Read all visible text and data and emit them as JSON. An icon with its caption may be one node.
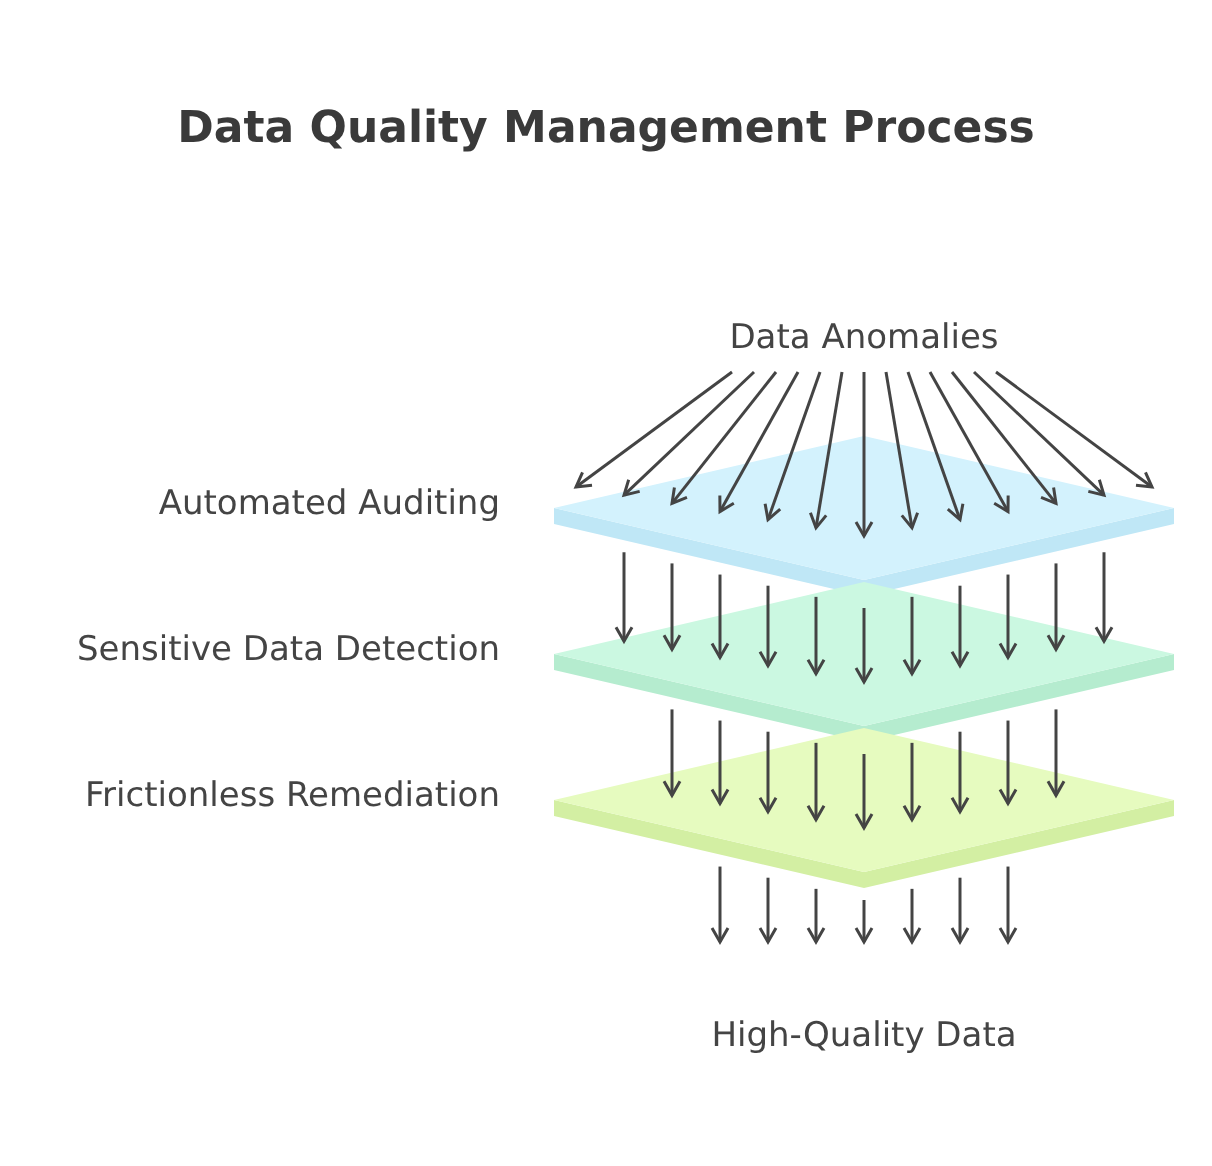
{
  "diagram": {
    "title": "Data Quality Management Process",
    "nodes": [
      {
        "text": [
          "Data Anomalies"
        ]
      },
      {
        "text": [
          "Automated Auditing"
        ]
      },
      {
        "text": [
          "Sensitive Data Detection"
        ]
      },
      {
        "text": [
          "Frictionless Remediation"
        ]
      },
      {
        "text": [
          "High-Quality Data"
        ]
      }
    ],
    "edges": [
      {
        "from": 0,
        "to": 1,
        "arrow": "to"
      },
      {
        "from": 0,
        "to": 1,
        "arrow": "to"
      },
      {
        "from": 0,
        "to": 1,
        "arrow": "to"
      },
      {
        "from": 0,
        "to": 1,
        "arrow": "to"
      },
      {
        "from": 0,
        "to": 1,
        "arrow": "to"
      },
      {
        "from": 0,
        "to": 1,
        "arrow": "to"
      },
      {
        "from": 0,
        "to": 1,
        "arrow": "to"
      },
      {
        "from": 0,
        "to": 1,
        "arrow": "to"
      },
      {
        "from": 0,
        "to": 1,
        "arrow": "to"
      },
      {
        "from": 0,
        "to": 1,
        "arrow": "to"
      },
      {
        "from": 0,
        "to": 1,
        "arrow": "to"
      },
      {
        "from": 0,
        "to": 1,
        "arrow": "to"
      },
      {
        "from": 0,
        "to": 1,
        "arrow": "to"
      },
      {
        "from": 1,
        "to": 2,
        "arrow": "to"
      },
      {
        "from": 1,
        "to": 2,
        "arrow": "to"
      },
      {
        "from": 1,
        "to": 2,
        "arrow": "to"
      },
      {
        "from": 1,
        "to": 2,
        "arrow": "to"
      },
      {
        "from": 1,
        "to": 2,
        "arrow": "to"
      },
      {
        "from": 1,
        "to": 2,
        "arrow": "to"
      },
      {
        "from": 1,
        "to": 2,
        "arrow": "to"
      },
      {
        "from": 1,
        "to": 2,
        "arrow": "to"
      },
      {
        "from": 1,
        "to": 2,
        "arrow": "to"
      },
      {
        "from": 1,
        "to": 2,
        "arrow": "to"
      },
      {
        "from": 1,
        "to": 2,
        "arrow": "to"
      },
      {
        "from": 2,
        "to": 3,
        "arrow": "to"
      },
      {
        "from": 2,
        "to": 3,
        "arrow": "to"
      },
      {
        "from": 2,
        "to": 3,
        "arrow": "to"
      },
      {
        "from": 2,
        "to": 3,
        "arrow": "to"
      },
      {
        "from": 2,
        "to": 3,
        "arrow": "to"
      },
      {
        "from": 2,
        "to": 3,
        "arrow": "to"
      },
      {
        "from": 2,
        "to": 3,
        "arrow": "to"
      },
      {
        "from": 2,
        "to": 3,
        "arrow": "to"
      },
      {
        "from": 2,
        "to": 3,
        "arrow": "to"
      },
      {
        "from": 3,
        "to": 4,
        "arrow": "to"
      },
      {
        "from": 3,
        "to": 4,
        "arrow": "to"
      },
      {
        "from": 3,
        "to": 4,
        "arrow": "to"
      },
      {
        "from": 3,
        "to": 4,
        "arrow": "to"
      },
      {
        "from": 3,
        "to": 4,
        "arrow": "to"
      },
      {
        "from": 3,
        "to": 4,
        "arrow": "to"
      },
      {
        "from": 3,
        "to": 4,
        "arrow": "to"
      }
    ]
  }
}
